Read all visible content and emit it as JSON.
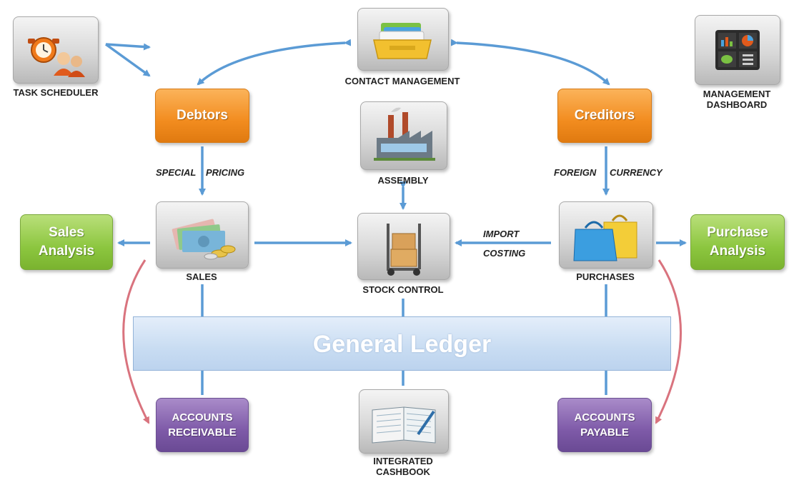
{
  "nodes": {
    "task_scheduler": "TASK SCHEDULER",
    "contact_management": "CONTACT MANAGEMENT",
    "management_dashboard_line1": "MANAGEMENT",
    "management_dashboard_line2": "DASHBOARD",
    "debtors": "Debtors",
    "creditors": "Creditors",
    "assembly": "ASSEMBLY",
    "sales": "SALES",
    "stock_control": "STOCK CONTROL",
    "purchases": "PURCHASES",
    "sales_analysis_line1": "Sales",
    "sales_analysis_line2": "Analysis",
    "purchase_analysis_line1": "Purchase",
    "purchase_analysis_line2": "Analysis",
    "general_ledger": "General Ledger",
    "accounts_receivable_line1": "ACCOUNTS",
    "accounts_receivable_line2": "RECEIVABLE",
    "accounts_payable_line1": "ACCOUNTS",
    "accounts_payable_line2": "PAYABLE",
    "integrated_cashbook_line1": "INTEGRATED",
    "integrated_cashbook_line2": "CASHBOOK"
  },
  "edge_labels": {
    "special": "SPECIAL",
    "pricing": "PRICING",
    "foreign": "FOREIGN",
    "currency": "CURRENCY",
    "import": "IMPORT",
    "costing": "COSTING"
  },
  "icons": {
    "task_scheduler": "clock-people-icon",
    "contact_management": "folder-cards-icon",
    "management_dashboard": "dashboard-charts-icon",
    "assembly": "factory-icon",
    "sales": "cash-coins-icon",
    "stock_control": "hand-truck-boxes-icon",
    "purchases": "shopping-bags-icon",
    "integrated_cashbook": "open-ledger-book-icon"
  },
  "colors": {
    "arrow_blue": "#5b9bd5",
    "arrow_pink": "#d9737e",
    "orange": "#f28c1f",
    "green": "#8cc63f",
    "purple": "#7e5aa8",
    "ledger_blue": "#c8dcf2"
  }
}
